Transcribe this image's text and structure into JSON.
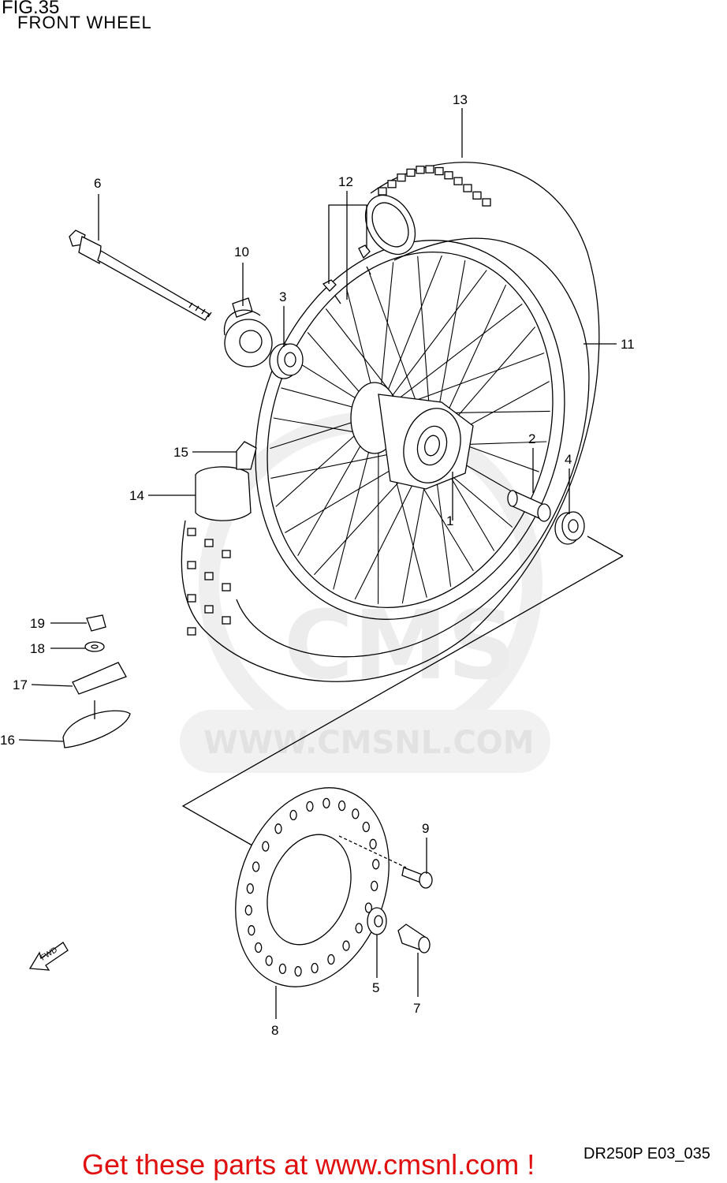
{
  "header": {
    "figure": "FIG.35",
    "title": "FRONT WHEEL"
  },
  "watermark": {
    "brand": "CMS",
    "url": "WWW.CMSNL.COM"
  },
  "fwd_arrow": "FWD",
  "footer": {
    "code": "DR250P E03_035",
    "cta": "Get these parts at www.cmsnl.com !"
  },
  "callouts": [
    "1",
    "2",
    "3",
    "4",
    "5",
    "6",
    "7",
    "8",
    "9",
    "10",
    "11",
    "12",
    "13",
    "14",
    "15",
    "16",
    "17",
    "18",
    "19"
  ],
  "colors": {
    "cta": "#e01010",
    "watermark": "#e2e2e2",
    "ink": "#000000"
  }
}
